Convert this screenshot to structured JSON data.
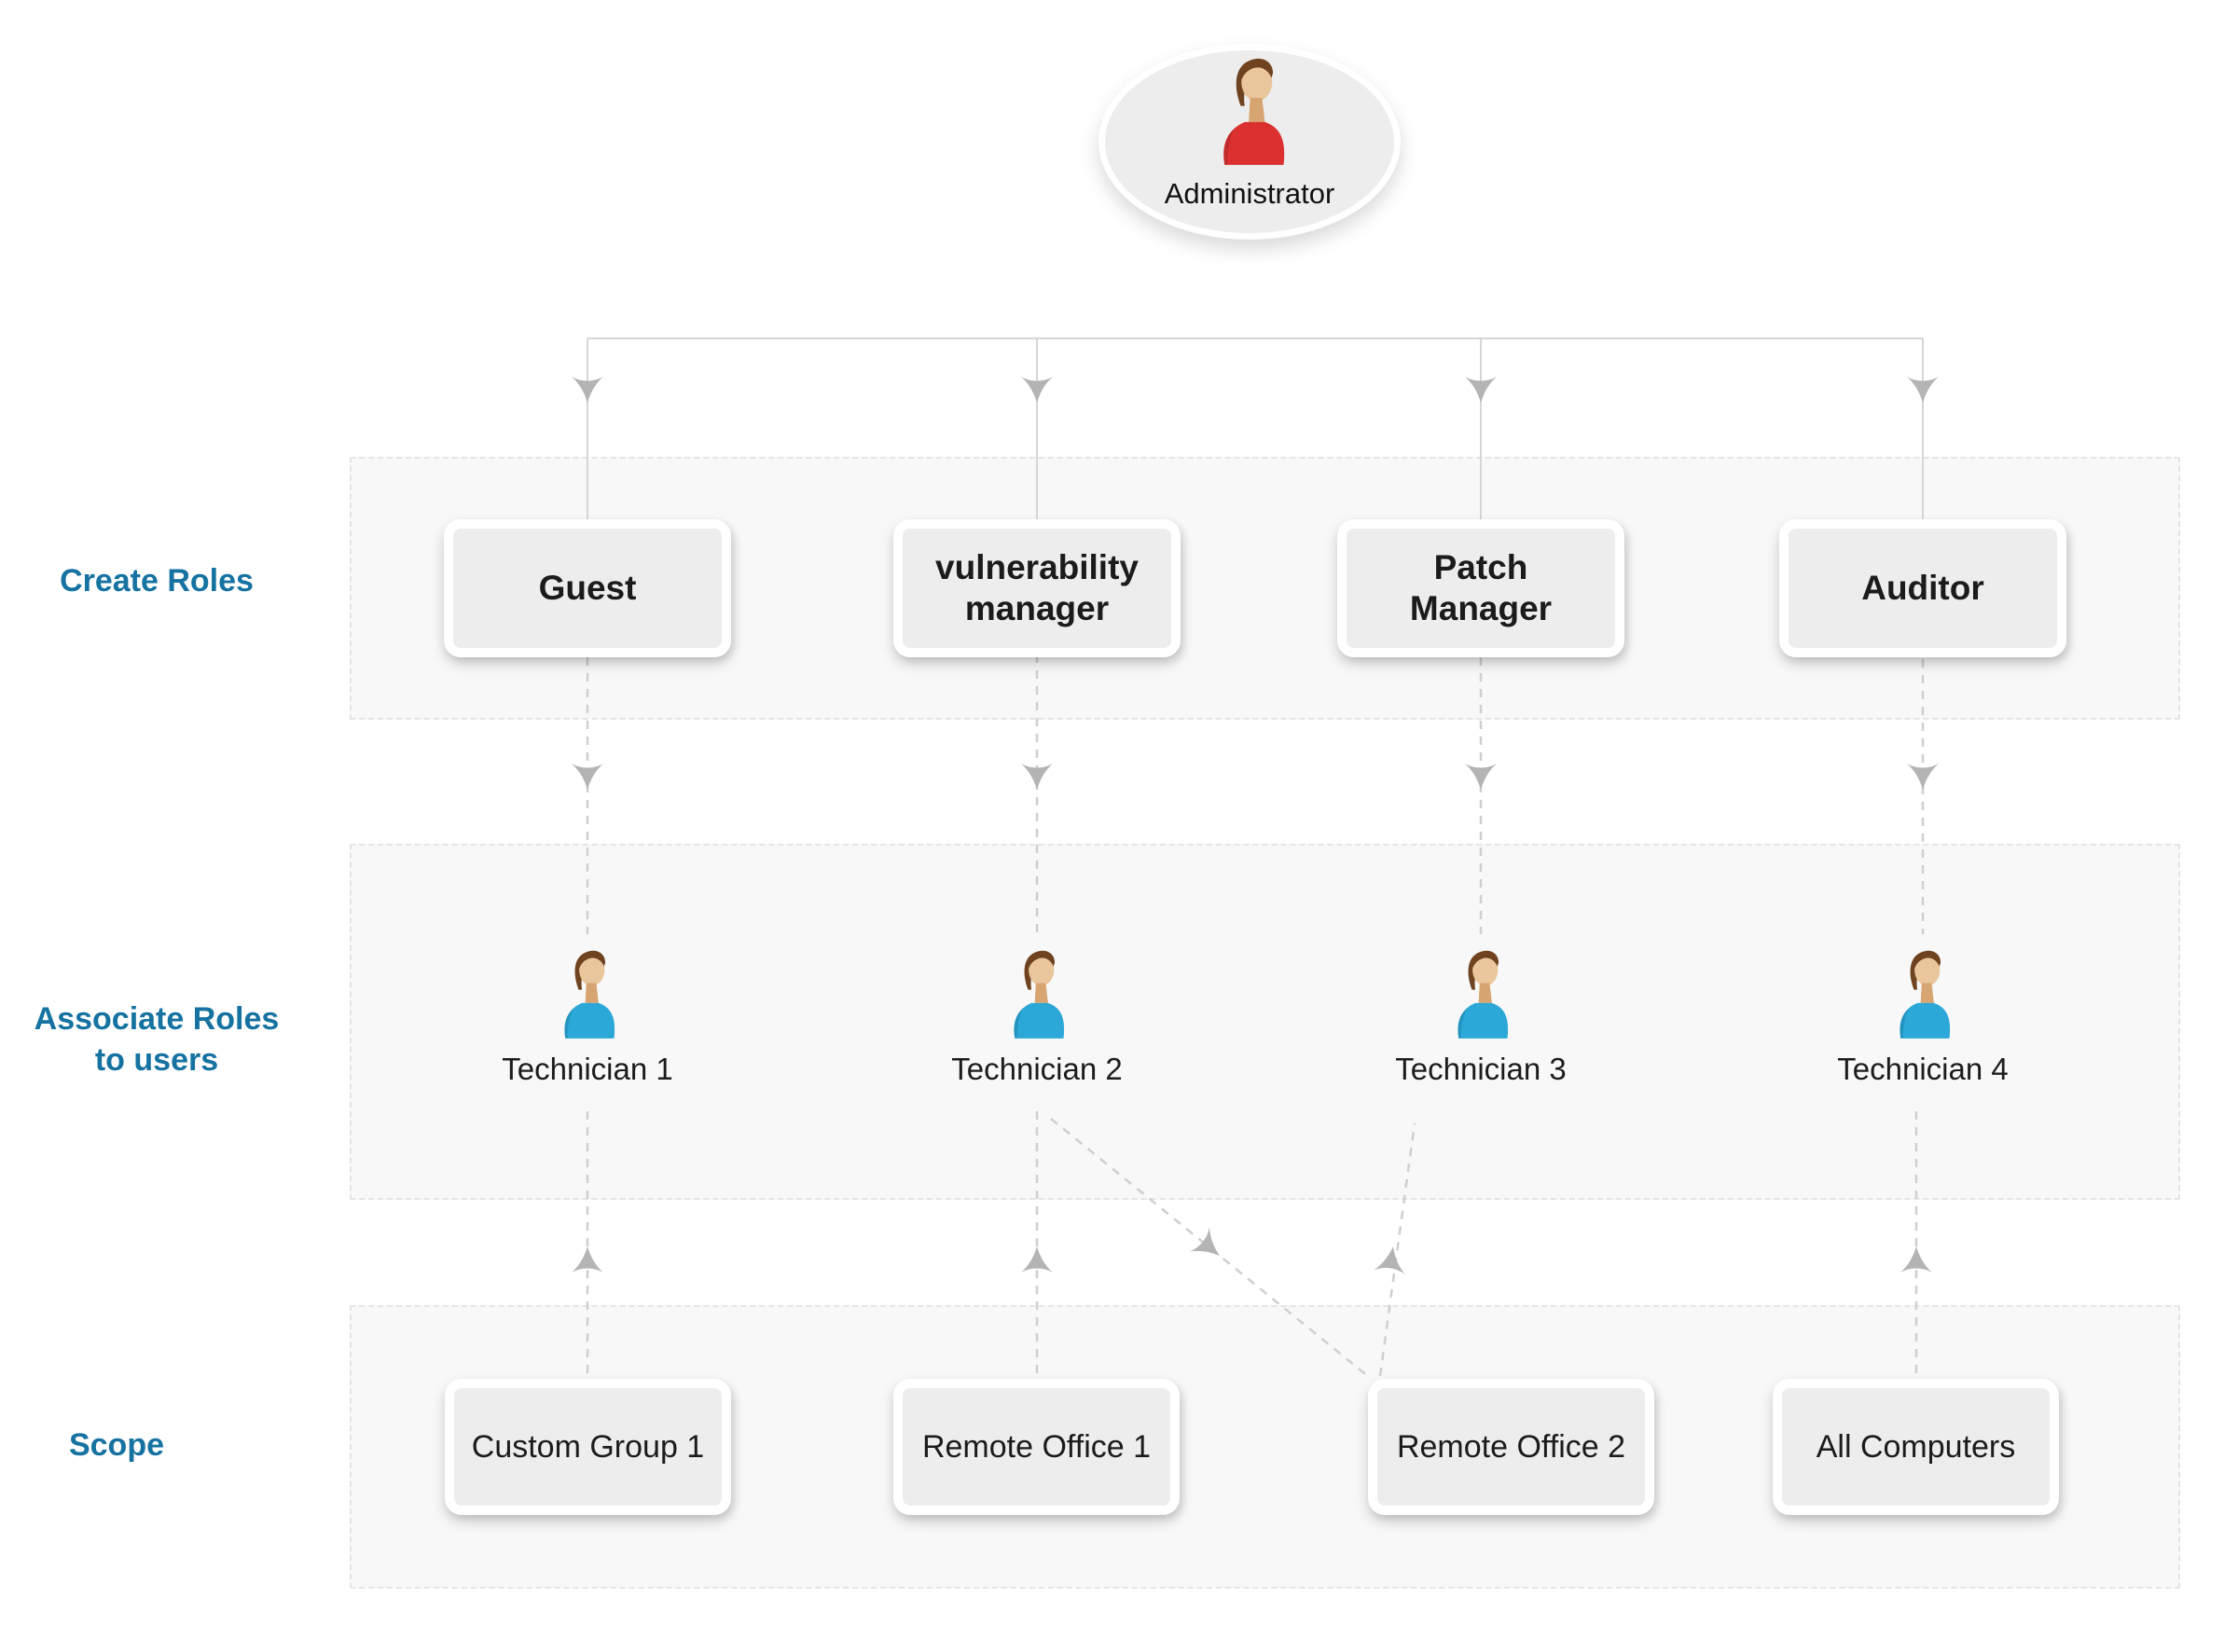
{
  "admin": {
    "label": "Administrator",
    "icon": "person-bust-red-icon"
  },
  "row_labels": {
    "create_roles": "Create Roles",
    "associate_roles": "Associate Roles to users",
    "scope": "Scope"
  },
  "roles": [
    "Guest",
    "vulnerability manager",
    "Patch Manager",
    "Auditor"
  ],
  "technicians": [
    {
      "label": "Technician 1",
      "icon": "person-bust-blue-icon"
    },
    {
      "label": "Technician 2",
      "icon": "person-bust-blue-icon"
    },
    {
      "label": "Technician 3",
      "icon": "person-bust-blue-icon"
    },
    {
      "label": "Technician 4",
      "icon": "person-bust-blue-icon"
    }
  ],
  "scopes": [
    "Custom Group 1",
    "Remote Office 1",
    "Remote Office 2",
    "All Computers"
  ],
  "connections": {
    "admin_to_roles": [
      "Guest",
      "vulnerability manager",
      "Patch Manager",
      "Auditor"
    ],
    "role_to_technician": [
      [
        "Guest",
        "Technician 1"
      ],
      [
        "vulnerability manager",
        "Technician 2"
      ],
      [
        "Patch Manager",
        "Technician 3"
      ],
      [
        "Auditor",
        "Technician 4"
      ]
    ],
    "scope_to_technician": [
      [
        "Custom Group 1",
        "Technician 1"
      ],
      [
        "Remote Office 1",
        "Technician 2"
      ],
      [
        "Technician 2",
        "Remote Office 2"
      ],
      [
        "Remote Office 2",
        "Technician 3"
      ],
      [
        "All Computers",
        "Technician 4"
      ]
    ]
  },
  "colors": {
    "row_label": "#1572a1",
    "band_fill": "#f8f8f8",
    "band_border": "#e4e4e4",
    "node_fill": "#ededed",
    "node_text": "#1b1b1b",
    "solid_line": "#d6d6d6",
    "dashed_line": "#cfcfcf",
    "arrow": "#b4b4b4",
    "admin_shirt": "#dc3030",
    "tech_shirt": "#2ba7d8",
    "hair": "#6f4320",
    "skin": "#eac69c"
  }
}
